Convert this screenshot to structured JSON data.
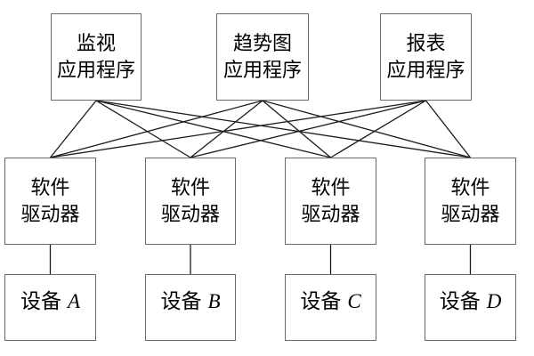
{
  "diagram": {
    "colors": {
      "background": "#ffffff",
      "box_fill": "#ffffff",
      "box_border": "#6b6b6b",
      "line": "#1c1c1c",
      "text": "#000000"
    },
    "top_row": [
      {
        "id": "monitor-app",
        "lines": [
          "监视",
          "应用程序"
        ]
      },
      {
        "id": "trend-app",
        "lines": [
          "趋势图",
          "应用程序"
        ]
      },
      {
        "id": "report-app",
        "lines": [
          "报表",
          "应用程序"
        ]
      }
    ],
    "middle_row": [
      {
        "id": "driver-1",
        "lines": [
          "软件",
          "驱动器"
        ]
      },
      {
        "id": "driver-2",
        "lines": [
          "软件",
          "驱动器"
        ]
      },
      {
        "id": "driver-3",
        "lines": [
          "软件",
          "驱动器"
        ]
      },
      {
        "id": "driver-4",
        "lines": [
          "软件",
          "驱动器"
        ]
      }
    ],
    "bottom_row": [
      {
        "id": "device-a",
        "label_cn": "设备",
        "label_letter": "A"
      },
      {
        "id": "device-b",
        "label_cn": "设备",
        "label_letter": "B"
      },
      {
        "id": "device-c",
        "label_cn": "设备",
        "label_letter": "C"
      },
      {
        "id": "device-d",
        "label_cn": "设备",
        "label_letter": "D"
      }
    ],
    "connections": [
      {
        "from": "monitor-app",
        "to": "driver-1"
      },
      {
        "from": "monitor-app",
        "to": "driver-2"
      },
      {
        "from": "monitor-app",
        "to": "driver-3"
      },
      {
        "from": "monitor-app",
        "to": "driver-4"
      },
      {
        "from": "trend-app",
        "to": "driver-1"
      },
      {
        "from": "trend-app",
        "to": "driver-2"
      },
      {
        "from": "trend-app",
        "to": "driver-3"
      },
      {
        "from": "trend-app",
        "to": "driver-4"
      },
      {
        "from": "report-app",
        "to": "driver-1"
      },
      {
        "from": "report-app",
        "to": "driver-2"
      },
      {
        "from": "report-app",
        "to": "driver-3"
      },
      {
        "from": "report-app",
        "to": "driver-4"
      },
      {
        "from": "driver-1",
        "to": "device-a"
      },
      {
        "from": "driver-2",
        "to": "device-b"
      },
      {
        "from": "driver-3",
        "to": "device-c"
      },
      {
        "from": "driver-4",
        "to": "device-d"
      }
    ]
  }
}
